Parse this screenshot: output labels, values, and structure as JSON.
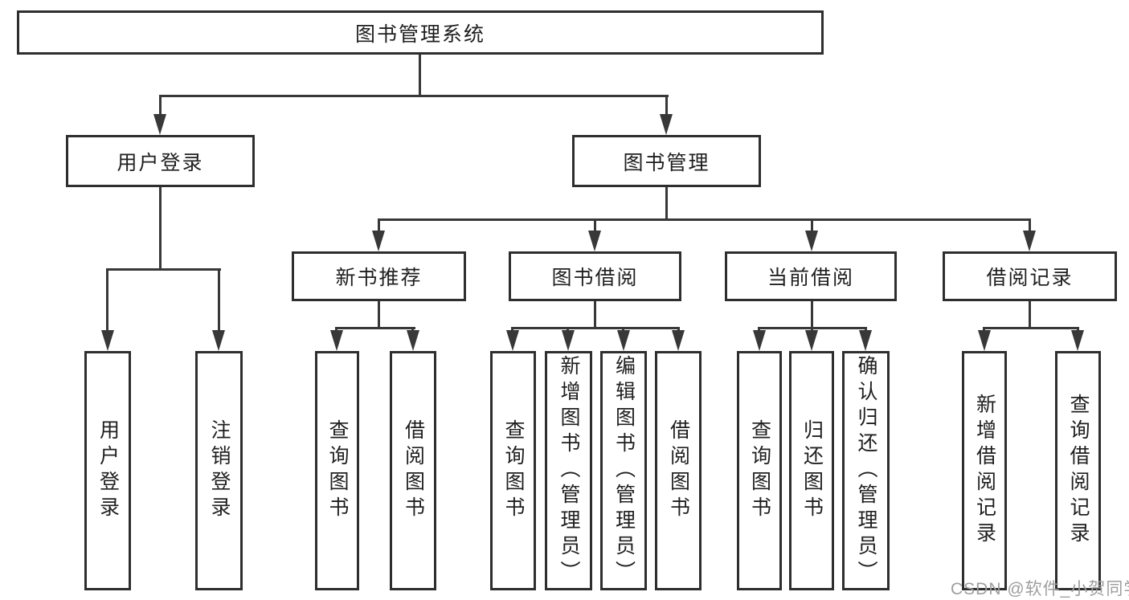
{
  "tree": {
    "label": "图书管理系统",
    "children": [
      {
        "label": "用户登录",
        "children": [
          {
            "label": "用户登录"
          },
          {
            "label": "注销登录"
          }
        ]
      },
      {
        "label": "图书管理",
        "children": [
          {
            "label": "新书推荐",
            "children": [
              {
                "label": "查询图书"
              },
              {
                "label": "借阅图书"
              }
            ]
          },
          {
            "label": "图书借阅",
            "children": [
              {
                "label": "查询图书"
              },
              {
                "label": "新增图书（管理员）"
              },
              {
                "label": "编辑图书（管理员）"
              },
              {
                "label": "借阅图书"
              }
            ]
          },
          {
            "label": "当前借阅",
            "children": [
              {
                "label": "查询图书"
              },
              {
                "label": "归还图书"
              },
              {
                "label": "确认归还（管理员）"
              }
            ]
          },
          {
            "label": "借阅记录",
            "children": [
              {
                "label": "新增借阅记录"
              },
              {
                "label": "查询借阅记录"
              }
            ]
          }
        ]
      }
    ]
  },
  "watermark": "CSDN @软件_小贺同学",
  "colors": {
    "line": "#383838",
    "border": "#2e2e2e",
    "text": "#1f1f1f",
    "watermark": "#9e9e9e"
  }
}
